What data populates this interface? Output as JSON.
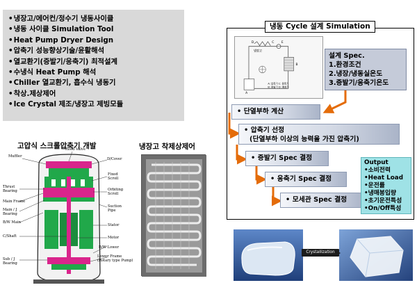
{
  "features": [
    "냉장고/에어컨/정수기 냉동사이클",
    "냉동 사이클 Simulation Tool",
    "Heat Pump Dryer Design",
    "압축기 성능향상기술/윤활해석",
    "열교환기(증발기/응축기) 최적설계",
    "수냉식 Heat Pump 해석",
    "Chiller 열교환기, 흡수식 냉동기",
    "착상.제상제어",
    "Ice Crystal 제조/냉장고 제빙모듈"
  ],
  "simulation": {
    "title": "냉동 Cycle 설계 Simulation",
    "schematic_labels": {
      "a": "A",
      "b": "B",
      "c": "C",
      "d": "D",
      "e": "E",
      "legend_1": "A: 압축기  C: 응축기",
      "legend_2": "B: 증발기  D: 팽창기",
      "side": "냉장고"
    },
    "spec": {
      "title": "설계 Spec.",
      "items": [
        "1.환경조건",
        "2.냉장/냉동실온도",
        "3.증발기/응축기온도"
      ]
    },
    "steps": [
      "단열부하 계산",
      "압축기 선정",
      "(단열부하 이상의 능력을 가진 압축기)",
      "증발기 Spec 결정",
      "응축기 Spec 결정",
      "모세관 Spec 결정"
    ],
    "output": {
      "title": "Output",
      "items": [
        "•소비전력",
        "•Heat Load",
        "•운전률",
        "•냉매봉입량",
        "•초기운전특성",
        "•On/Off특성"
      ]
    }
  },
  "compressor": {
    "title": "고압식 스크롤압축기 개발",
    "labels": {
      "muffler": "Muffler",
      "reed_valve": "Reed Valve",
      "d_cover": "D/Cover",
      "fixed_scroll": "Fixed\nScroll",
      "thrust_bearing": "Thrust\nBearing",
      "main_frame": "Main Frame",
      "orbiting_scroll": "Orbiting\nScroll",
      "main_j_bearing": "Main / J\nBearing",
      "suction_pipe": "Suction\nPipe",
      "bw_main": "B/W Main",
      "stator": "Stator",
      "c_shaft": "C/Shaft",
      "motor": "Motor",
      "bw_lower": "B/W Lower",
      "sub_j_bearing": "Sub / J\nBearing",
      "lower_frame": "Lower Frame\n(Rotary type Pump)"
    }
  },
  "evaporator": {
    "title": "냉장고 착제상제어"
  },
  "crystallization": {
    "label": "Crystallization"
  },
  "colors": {
    "feature_bg": "#d9d9d9",
    "spec_bg": "#c5cbd9",
    "output_bg": "#9fe2e6",
    "arrow": "#e46c0a",
    "compressor_green": "#21a84a",
    "compressor_pink": "#d9258c"
  }
}
